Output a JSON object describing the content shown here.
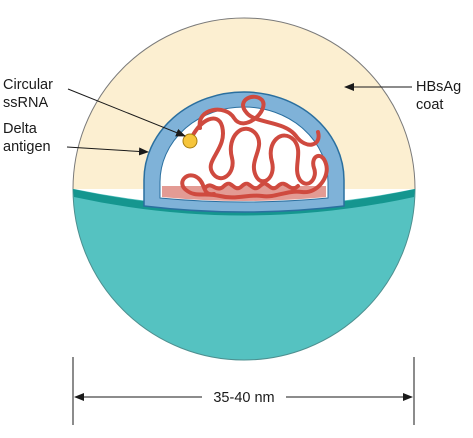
{
  "labels": {
    "circular_ssrna": [
      "Circular",
      "ssRNA"
    ],
    "delta_antigen": [
      "Delta",
      "antigen"
    ],
    "hbsag_coat": [
      "HBsAg",
      "coat"
    ],
    "size": "35-40 nm"
  },
  "colors": {
    "coat_outer": "#fcefd1",
    "coat_lower": "#55c2c1",
    "coat_rim": "#15968f",
    "capsid": "#7fb2d8",
    "capsid_edge": "#2a6f9f",
    "interior": "#ffffff",
    "rna": "#cf4a3f",
    "rna_edge": "#9b2a22",
    "antigen_dot": "#f6c53b",
    "line": "#1a1a1a"
  }
}
